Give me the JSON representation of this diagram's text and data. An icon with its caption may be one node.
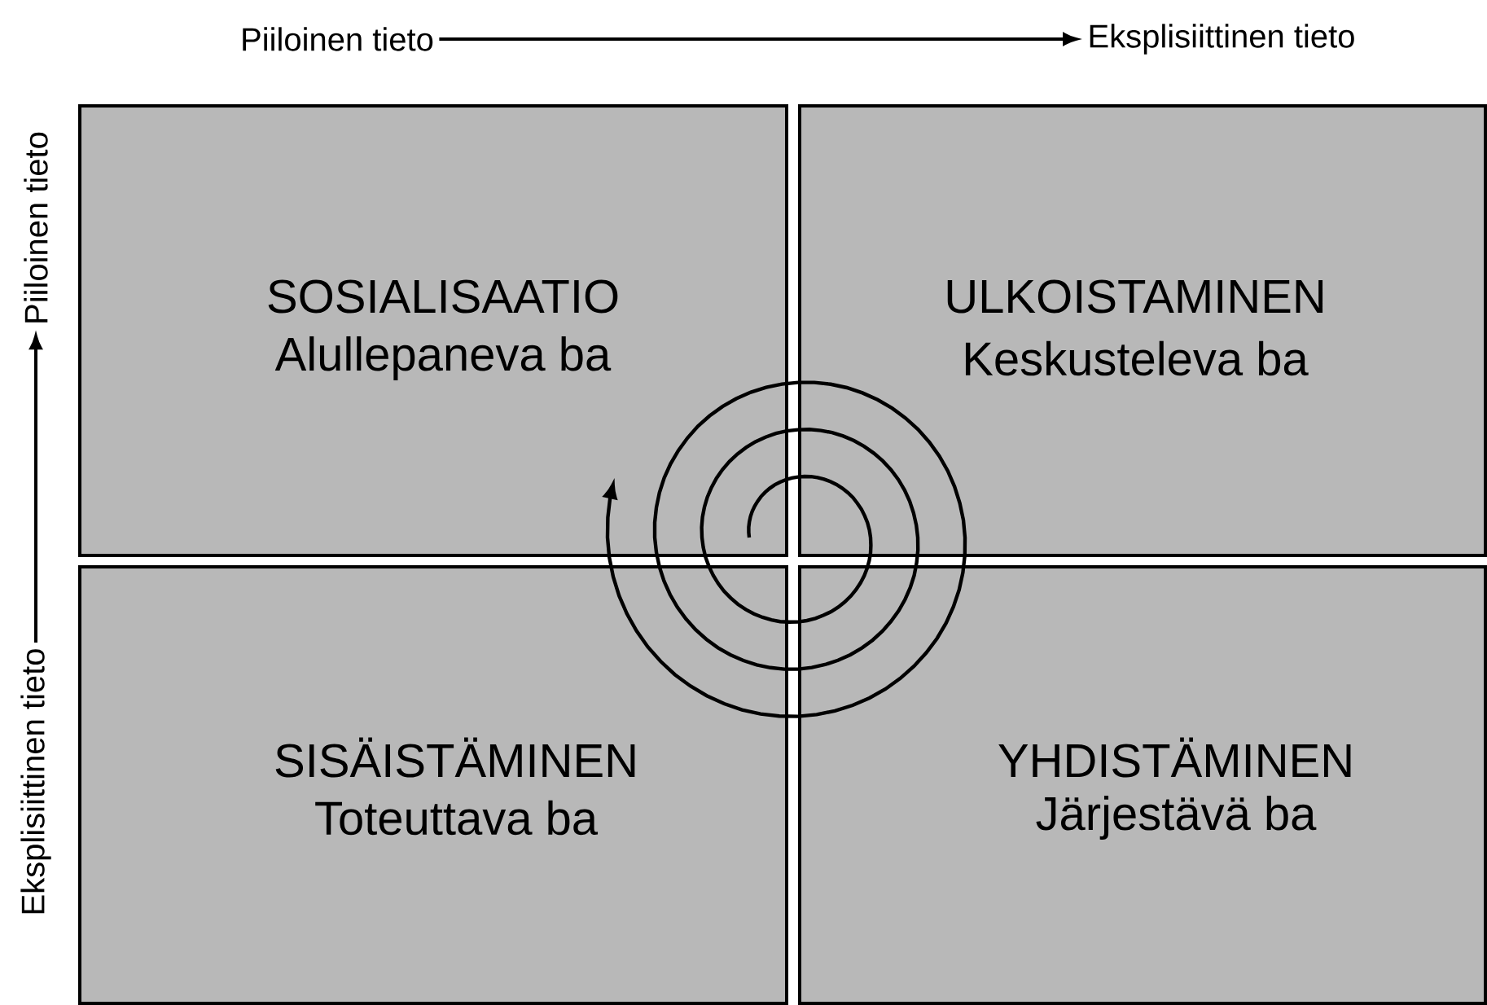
{
  "diagram": {
    "nodes": [
      {
        "text": [
          "Piiloinen tieto"
        ]
      },
      {
        "text": [
          "Eksplisiittinen tieto"
        ]
      },
      {
        "text": [
          "Piiloinen tieto"
        ]
      },
      {
        "text": [
          "Eksplisiittinen tieto"
        ]
      },
      {
        "text": [
          "SOSIALISAATIO",
          "Alullepaneva ba"
        ]
      },
      {
        "text": [
          "ULKOISTAMINEN",
          "Keskusteleva ba"
        ]
      },
      {
        "text": [
          "SISÄISTÄMINEN",
          "Toteuttava ba"
        ]
      },
      {
        "text": [
          "YHDISTÄMINEN",
          "Järjestävä ba"
        ]
      }
    ],
    "edges": [
      {
        "from": 0,
        "to": 1,
        "arrow": "to"
      },
      {
        "from": 3,
        "to": 2,
        "arrow": "to"
      }
    ]
  }
}
